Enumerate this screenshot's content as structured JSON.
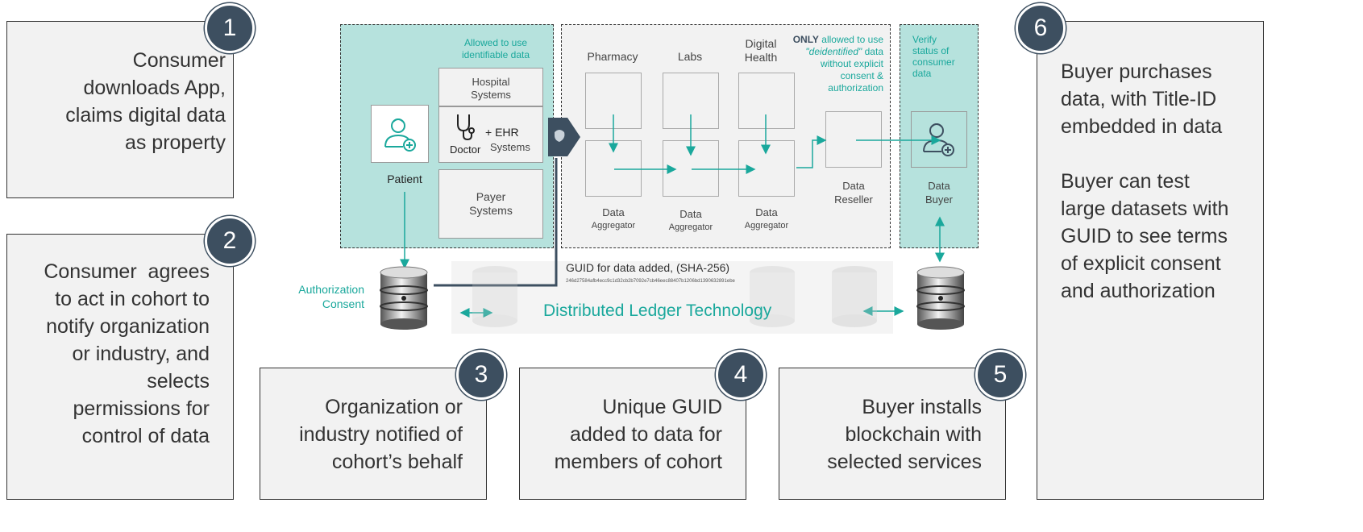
{
  "steps": [
    {
      "number": "1",
      "text": [
        "Consumer",
        "downloads App,",
        "claims digital data",
        "as property"
      ]
    },
    {
      "number": "2",
      "text": [
        "Consumer  agrees",
        "to act in cohort to",
        "notify organization",
        "or industry, and",
        "selects",
        "permissions for",
        "control of data"
      ]
    },
    {
      "number": "3",
      "text": [
        "Organization or",
        "industry notified of",
        "cohort’s behalf"
      ]
    },
    {
      "number": "4",
      "text": [
        "Unique GUID",
        "added to data for",
        "members of cohort"
      ]
    },
    {
      "number": "5",
      "text": [
        "Buyer installs",
        "blockchain with",
        "selected services"
      ]
    },
    {
      "number": "6",
      "text": [
        "Buyer purchases",
        "data, with Title-ID",
        "embedded in data",
        "",
        "Buyer can test",
        "large datasets with",
        "GUID to see terms",
        "of explicit consent",
        "and authorization"
      ]
    }
  ],
  "diagram": {
    "allowed_identifiable": [
      "Allowed to use",
      "identifiable data"
    ],
    "hospital": [
      "Hospital",
      "Systems"
    ],
    "ehr_plus": "+ EHR",
    "ehr_systems": "Systems",
    "doctor": "Doctor",
    "payer": [
      "Payer",
      "Systems"
    ],
    "patient": "Patient",
    "pharmacy": "Pharmacy",
    "labs": "Labs",
    "digital_health": [
      "Digital",
      "Health"
    ],
    "only_bold": "ONLY",
    "only_rest": " allowed to use",
    "deidentified_italic": "\"deidentified\"",
    "deidentified_rest": " data",
    "only_lines": [
      "without explicit",
      "consent &",
      "authorization"
    ],
    "verify": [
      "Verify",
      "status of",
      "consumer",
      "data"
    ],
    "data_aggregator": [
      "Data",
      "Aggregator"
    ],
    "data_reseller": [
      "Data",
      "Reseller"
    ],
    "data_buyer": [
      "Data",
      "Buyer"
    ],
    "authorization_consent": [
      "Authorization",
      "Consent"
    ],
    "guid_title": "GUID for data added, (SHA-256)",
    "guid_hash": "246d27584afb4ecc9c1d32cb2b7092e7cb46eec88407b1206bd1390632891ebe",
    "dlt": "Distributed Ledger Technology"
  },
  "colors": {
    "teal": "#1aa89c",
    "teal_fill": "#b6e2dd",
    "badge": "#3d4f60",
    "panel": "#f2f2f2"
  }
}
